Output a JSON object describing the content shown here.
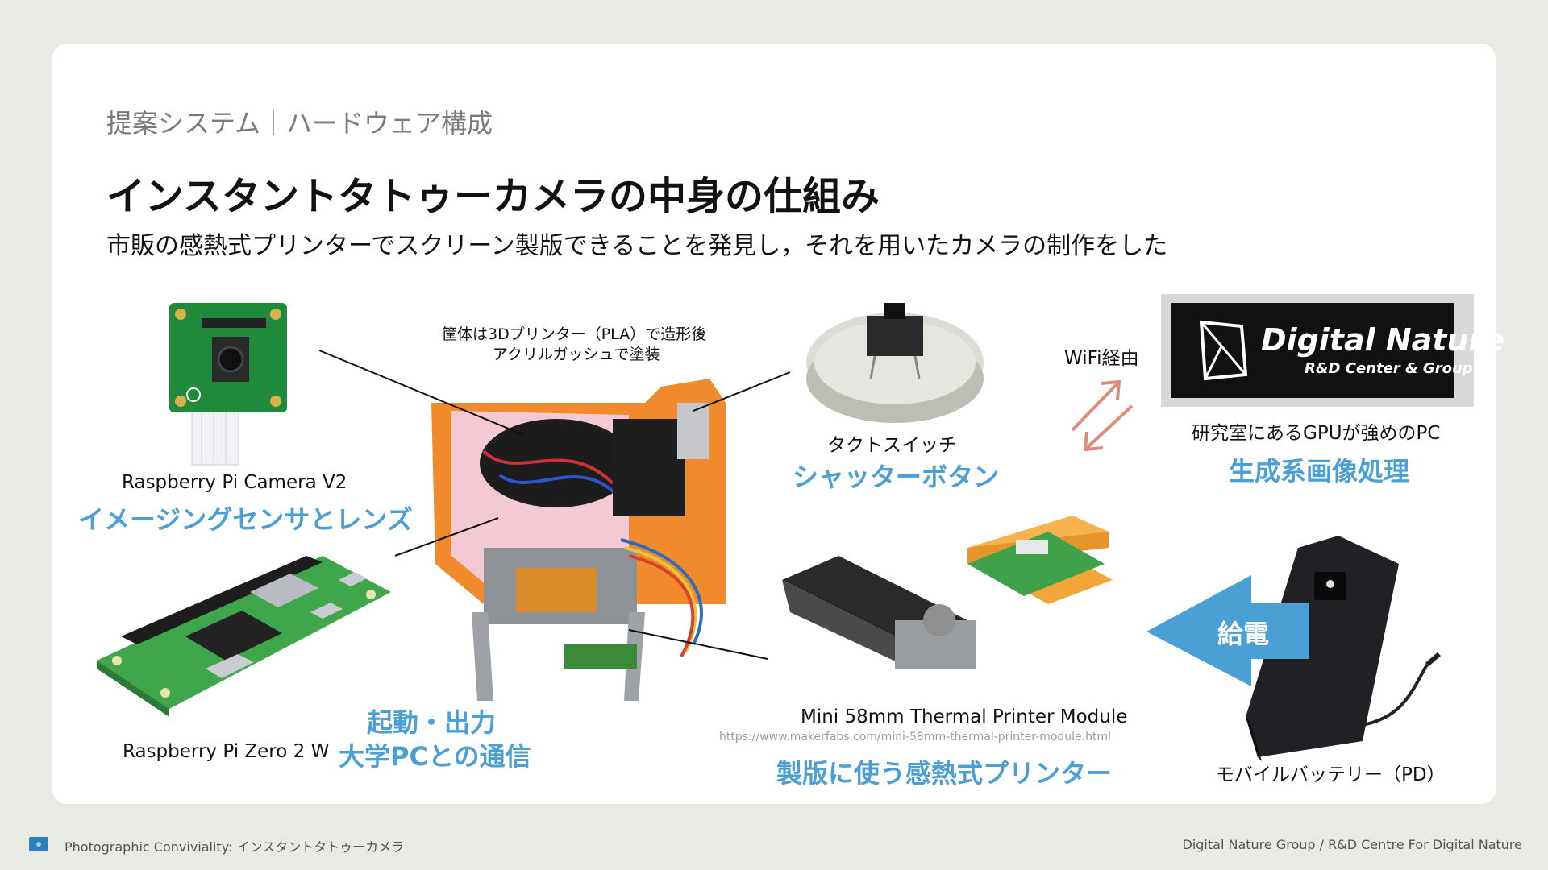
{
  "header": {
    "breadcrumb": "提案システム｜ハードウェア構成",
    "title": "インスタントタトゥーカメラの中身の仕組み",
    "subtitle": "市販の感熱式プリンターでスクリーン製版できることを発見し，それを用いたカメラの制作をした"
  },
  "components": {
    "camera": {
      "label": "Raspberry Pi Camera V2",
      "role": "イメージングセンサとレンズ"
    },
    "zero": {
      "label": "Raspberry Pi Zero 2 W",
      "role_line1": "起動・出力",
      "role_line2": "大学PCとの通信"
    },
    "enclosure": {
      "note_line1": "筐体は3Dプリンター（PLA）で造形後",
      "note_line2": "アクリルガッシュで塗装"
    },
    "switch": {
      "label": "タクトスイッチ",
      "role": "シャッターボタン"
    },
    "wifi": {
      "label": "WiFi経由"
    },
    "pc": {
      "label": "研究室にあるGPUが強めのPC",
      "role": "生成系画像処理",
      "logo_main": "Digital Nature",
      "logo_sub": "R&D Center & Group"
    },
    "printer": {
      "label": "Mini 58mm Thermal Printer Module",
      "url": "https://www.makerfabs.com/mini-58mm-thermal-printer-module.html",
      "role": "製版に使う感熱式プリンター"
    },
    "battery": {
      "label": "モバイルバッテリー（PD）",
      "power": "給電"
    }
  },
  "footer": {
    "left": "Photographic Conviviality: インスタントタトゥーカメラ",
    "right": "Digital Nature Group / R&D Centre For Digital Nature"
  },
  "colors": {
    "accent": "#4a9fd5",
    "arrow": "#e08a78",
    "background": "#e8ebe5"
  }
}
